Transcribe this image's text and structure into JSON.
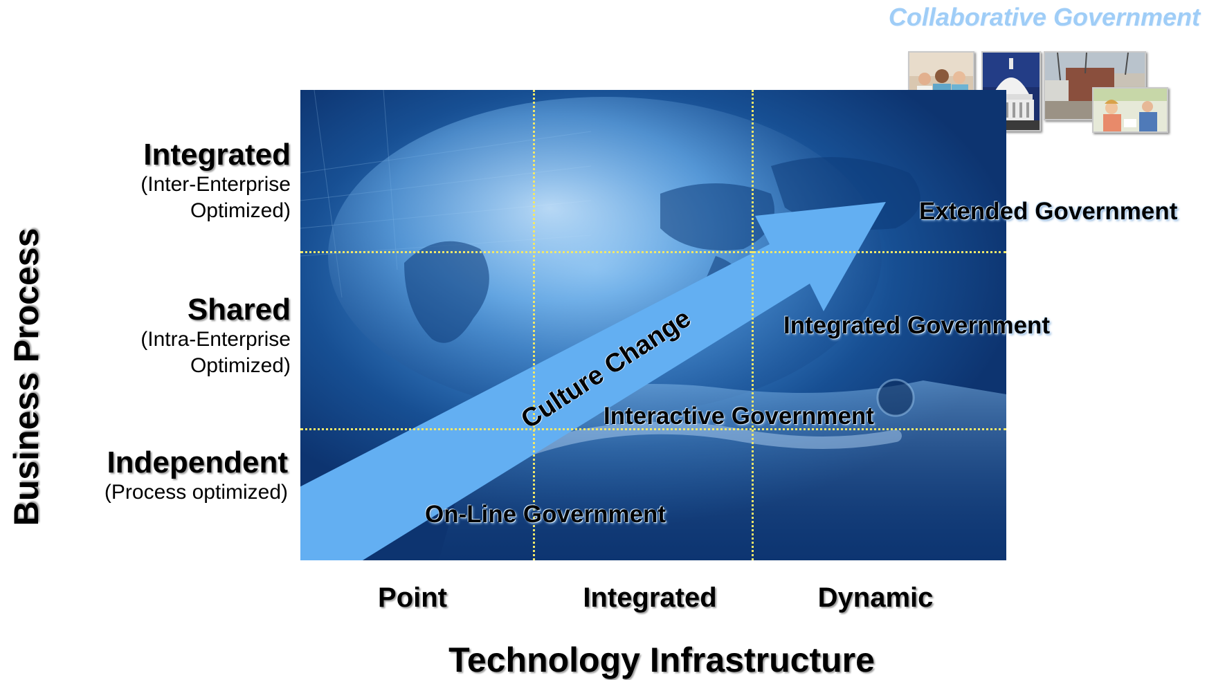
{
  "header": {
    "title": "Collaborative  Government"
  },
  "axes": {
    "y_title": "Business Process",
    "x_title": "Technology Infrastructure"
  },
  "rows": [
    {
      "title": "Integrated",
      "subtitle_line1": "(Inter-Enterprise",
      "subtitle_line2": "Optimized)"
    },
    {
      "title": "Shared",
      "subtitle_line1": "(Intra-Enterprise",
      "subtitle_line2": "Optimized)"
    },
    {
      "title": "Independent",
      "subtitle_line1": "(Process optimized)"
    }
  ],
  "columns": [
    "Point",
    "Integrated",
    "Dynamic"
  ],
  "arrow": {
    "label": "Culture Change",
    "color": "#63aff2"
  },
  "stages": [
    "On-Line Government",
    "Interactive Government",
    "Integrated Government",
    "Extended Government"
  ],
  "colors": {
    "panel_blue": "#174f93",
    "grid_dots": "#f2e86a",
    "title_blue": "#9fcdf7"
  },
  "photos": [
    "healthcare-workers-photo",
    "capitol-dome-photo",
    "neighborhood-photo",
    "heart-monitor-photo",
    "classroom-photo"
  ]
}
